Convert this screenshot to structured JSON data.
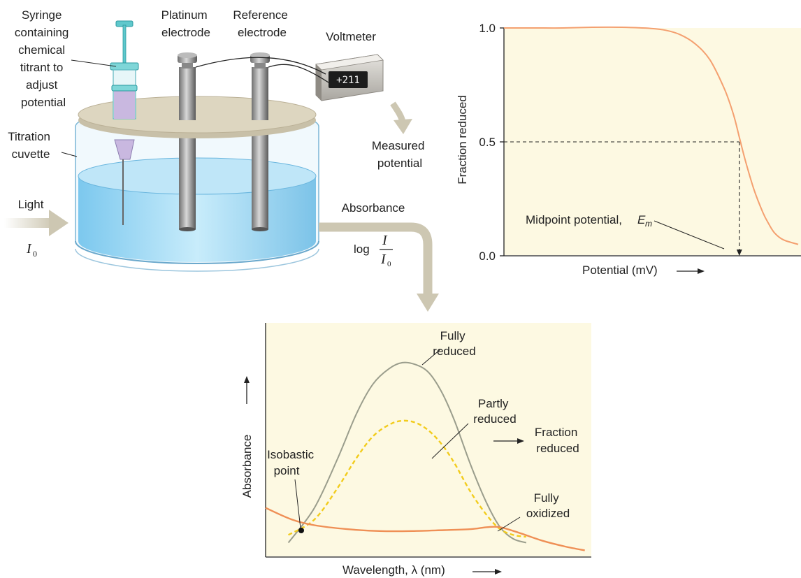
{
  "apparatus": {
    "syringe_label": [
      "Syringe",
      "containing",
      "chemical",
      "titrant to",
      "adjust",
      "potential"
    ],
    "platinum_label": [
      "Platinum",
      "electrode"
    ],
    "reference_label": [
      "Reference",
      "electrode"
    ],
    "voltmeter_label": "Voltmeter",
    "voltmeter_display": "+211",
    "measured_label": [
      "Measured",
      "potential"
    ],
    "cuvette_label": [
      "Titration",
      "cuvette"
    ],
    "light_label": "Light",
    "light_symbol": "I",
    "light_subscript": "0",
    "absorbance_label": "Absorbance",
    "log_label": "log",
    "log_numerator": "I",
    "log_denominator": "I",
    "log_denominator_subscript": "0"
  },
  "colors": {
    "plot_background": "#fdf9e2",
    "reduced_curve": "#f4a070",
    "fully_reduced": "#9a9d8c",
    "partly_reduced": "#f2cc1c",
    "fully_oxidized": "#ef8f55",
    "arrow_gray": "#cfc9b6",
    "water": "#9fd8f2"
  },
  "chart_data": [
    {
      "type": "line",
      "ylabel": "Fraction reduced",
      "xlabel": "Potential (mV)",
      "yticks": [
        "0.0",
        "0.5",
        "1.0"
      ],
      "ylim": [
        0,
        1
      ],
      "xlim": [
        0,
        100
      ],
      "series": [
        {
          "x": [
            0,
            10,
            20,
            30,
            40,
            50,
            55,
            60,
            65,
            70,
            75,
            78,
            80,
            82,
            85,
            88,
            90,
            92,
            95,
            100
          ],
          "y": [
            1.0,
            1.0,
            1.0,
            1.003,
            1.003,
            0.998,
            0.99,
            0.97,
            0.93,
            0.86,
            0.73,
            0.62,
            0.52,
            0.42,
            0.29,
            0.19,
            0.14,
            0.1,
            0.07,
            0.05
          ]
        }
      ],
      "annotation": {
        "text": "Midpoint potential, ",
        "symbol": "E",
        "subscript": "m",
        "x": 80,
        "y": 0.5
      }
    },
    {
      "type": "line",
      "ylabel": "Absorbance",
      "xlabel": "Wavelength, λ (nm)",
      "xlim": [
        0,
        100
      ],
      "ylim": [
        0,
        100
      ],
      "series": [
        {
          "name": "Fully reduced",
          "x": [
            7,
            15,
            22,
            28,
            33,
            38,
            42,
            46,
            50,
            54,
            58,
            63,
            68,
            72,
            76,
            80
          ],
          "y": [
            2,
            20,
            45,
            69,
            84,
            92,
            95,
            94,
            90,
            80,
            65,
            42,
            22,
            10,
            4,
            2
          ]
        },
        {
          "name": "Partly reduced",
          "x": [
            7,
            15,
            22,
            28,
            33,
            38,
            42,
            46,
            50,
            54,
            58,
            63,
            68,
            72,
            76,
            80
          ],
          "y": [
            6,
            14,
            30,
            46,
            57,
            63,
            65,
            64,
            60,
            53,
            43,
            28,
            16,
            9,
            6,
            5
          ]
        },
        {
          "name": "Fully oxidized",
          "x": [
            0,
            8,
            15,
            25,
            35,
            45,
            55,
            63,
            68,
            72,
            78,
            85,
            92,
            98
          ],
          "y": [
            20,
            14,
            11,
            9,
            8,
            8,
            8.5,
            9,
            10,
            10,
            7,
            3,
            0,
            -2
          ]
        }
      ],
      "annotations": {
        "fully_reduced": [
          "Fully",
          "reduced"
        ],
        "partly_reduced": [
          "Partly",
          "reduced"
        ],
        "fraction_reduced": [
          "Fraction",
          "reduced"
        ],
        "fully_oxidized": [
          "Fully",
          "oxidized"
        ],
        "isobestic": [
          "Isobastic",
          "point"
        ]
      }
    }
  ]
}
